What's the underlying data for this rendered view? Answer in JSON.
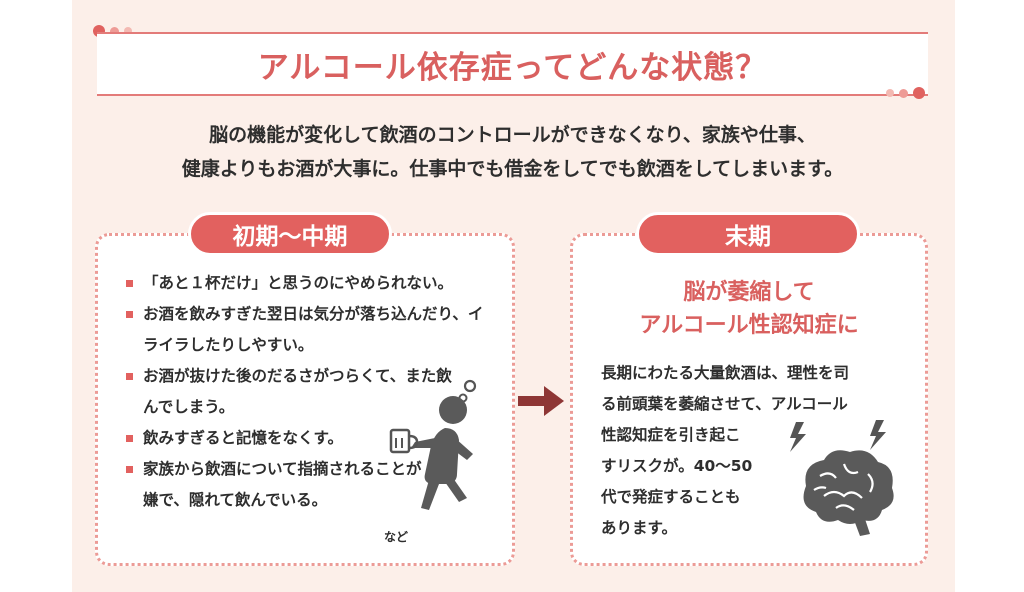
{
  "title": "アルコール依存症ってどんな状態？",
  "intro": {
    "line1": "脳の機能が変化して飲酒のコントロールができなくなり、家族や仕事、",
    "line2": "健康よりもお酒が大事に。仕事中でも借金をしてでも飲酒をしてしまいます。"
  },
  "early": {
    "label": "初期〜中期",
    "items": [
      "「あと１杯だけ」と思うのにやめられない。",
      "お酒を飲みすぎた翌日は気分が落ち込んだり、イライラしたりしやすい。",
      "お酒が抜けた後のだるさがつらくて、また飲んでしまう。",
      "飲みすぎると記憶をなくす。",
      "家族から飲酒について指摘されることが嫌で、隠れて飲んでいる。"
    ],
    "etc": "など"
  },
  "late": {
    "label": "末期",
    "title1": "脳が萎縮して",
    "title2": "アルコール性認知症に",
    "body": "長期にわたる大量飲酒は、理性を司\nる前頭葉を萎縮させて、アルコール\n性認知症を引き起こ\nすリスクが。40〜50\n代で発症することも\nあります。"
  },
  "icons": [
    "drunk-person-icon",
    "arrow-right-icon",
    "brain-icon",
    "lightning-icon"
  ],
  "colors": {
    "accent": "#e2615f",
    "background": "#fcefe9",
    "dotted_border": "#ec9b96"
  }
}
